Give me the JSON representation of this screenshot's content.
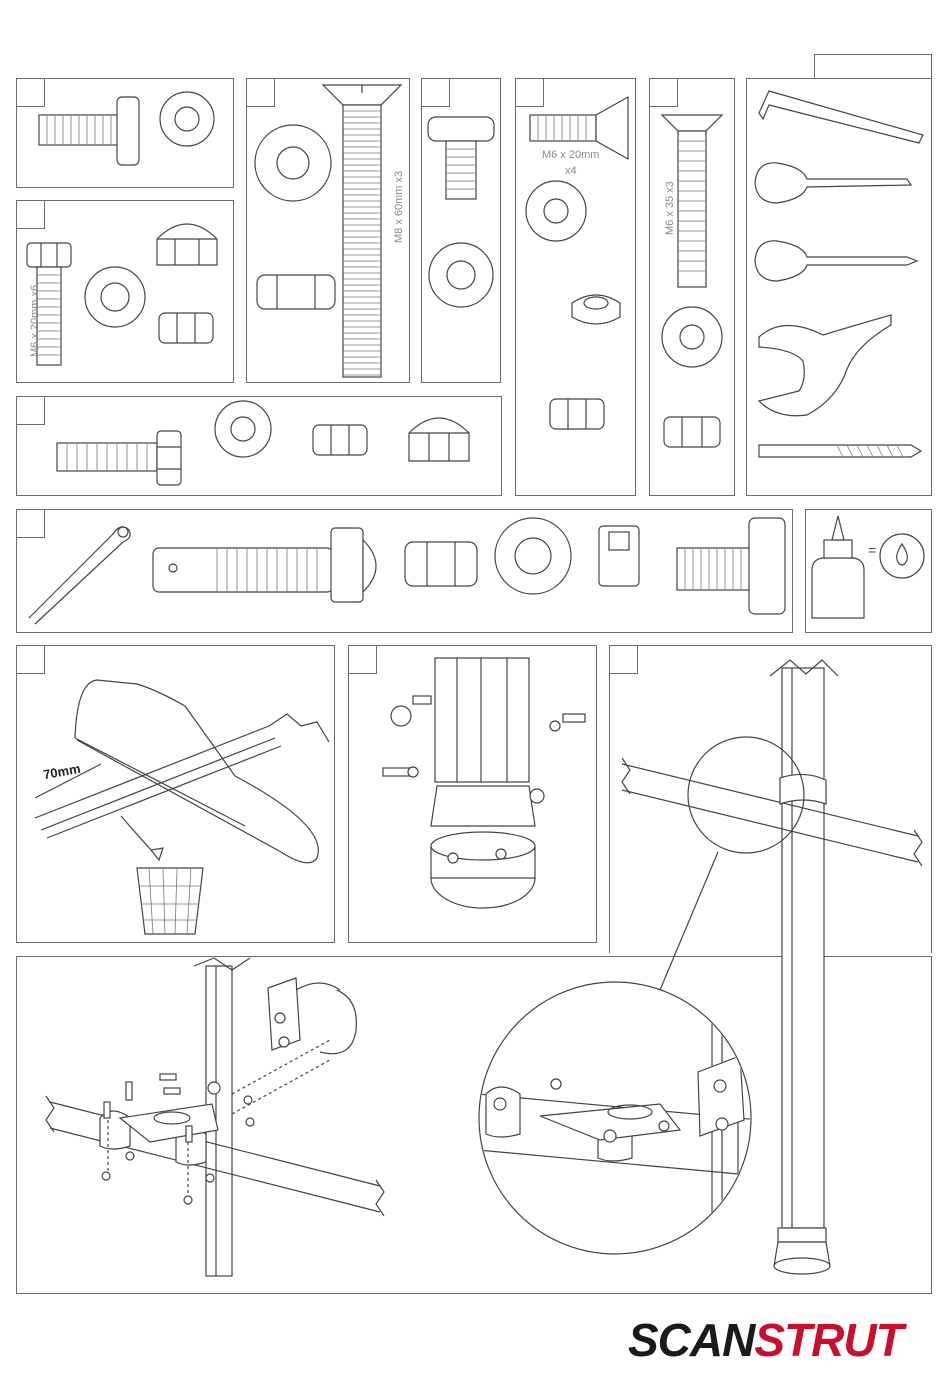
{
  "labels": {
    "m6x20_x6": "M6 x 20mm x6",
    "m8x60_x3": "M8 x 60mm x3",
    "m6x20": "M6 x 20mm",
    "x4": "x4",
    "m6x35_x3": "M6 x 35 x3",
    "cut_length": "70mm",
    "equals": "="
  },
  "brand": {
    "part1": "SCAN",
    "part2": "STRUT"
  },
  "colors": {
    "brand_red": "#c8102e",
    "line": "#444444"
  },
  "icons": [
    "hex-bolt-icon",
    "washer-icon",
    "nylock-nut-icon",
    "dome-nut-icon",
    "countersunk-screw-icon",
    "spring-washer-icon",
    "allen-key-icon",
    "flat-screwdriver-icon",
    "phillips-screwdriver-icon",
    "spanner-icon",
    "drill-bit-icon",
    "split-pin-icon",
    "clevis-pin-icon",
    "castle-nut-icon",
    "grub-screw-icon",
    "threadlock-bottle-icon",
    "hacksaw-icon",
    "waste-bin-icon"
  ]
}
